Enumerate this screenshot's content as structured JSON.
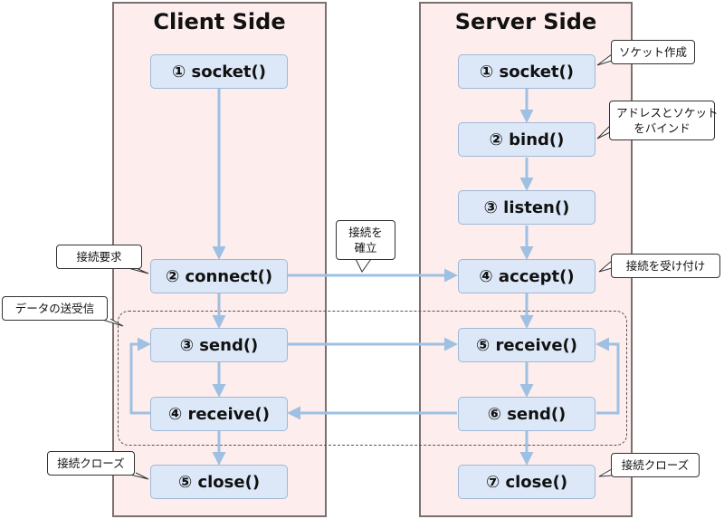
{
  "client": {
    "title": "Client Side",
    "steps": [
      "① socket()",
      "② connect()",
      "③ send()",
      "④ receive()",
      "⑤ close()"
    ]
  },
  "server": {
    "title": "Server Side",
    "steps": [
      "① socket()",
      "② bind()",
      "③ listen()",
      "④ accept()",
      "⑤ receive()",
      "⑥ send()",
      "⑦ close()"
    ]
  },
  "callouts": {
    "socket_create": "ソケット作成",
    "bind_address_line1": "アドレスとソケット",
    "bind_address_line2": "をバインド",
    "accept_connection": "接続を受け付け",
    "connection_request": "接続要求",
    "establish_line1": "接続を",
    "establish_line2": "確立",
    "data_exchange": "データの送受信",
    "client_close": "接続クローズ",
    "server_close": "接続クローズ"
  },
  "colors": {
    "panel_fill": "#fdeeed",
    "panel_border": "#7a7070",
    "box_fill": "#dce8f7",
    "box_border": "#9fb8d6",
    "arrow": "#9ec0e2"
  }
}
